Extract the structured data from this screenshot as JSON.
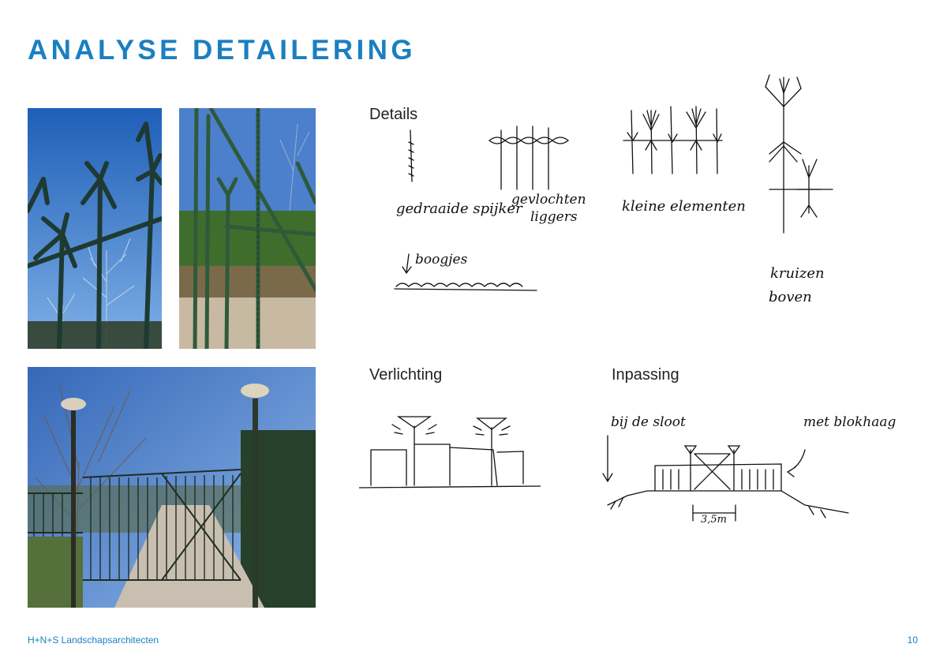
{
  "page": {
    "title": "ANALYSE DETAILERING",
    "footer_left": "H+N+S Landschapsarchitecten",
    "page_number": "10"
  },
  "sections": {
    "details": "Details",
    "verlichting": "Verlichting",
    "inpassing": "Inpassing"
  },
  "sketch_notes": {
    "gedraaide_spijker": "gedraaide spijker",
    "gevlochten": "gevlochten",
    "liggers": "liggers",
    "kleine_elementen": "kleine elementen",
    "boogjes": "boogjes",
    "kruizen": "kruizen",
    "boven": "boven",
    "bij_de_sloot": "bij de sloot",
    "met_blokhaag": "met blokhaag",
    "maat": "3,5m"
  },
  "colors": {
    "accent": "#1a7fc1",
    "sky": "#3f79c8",
    "fence_green": "#2f5a3a"
  }
}
